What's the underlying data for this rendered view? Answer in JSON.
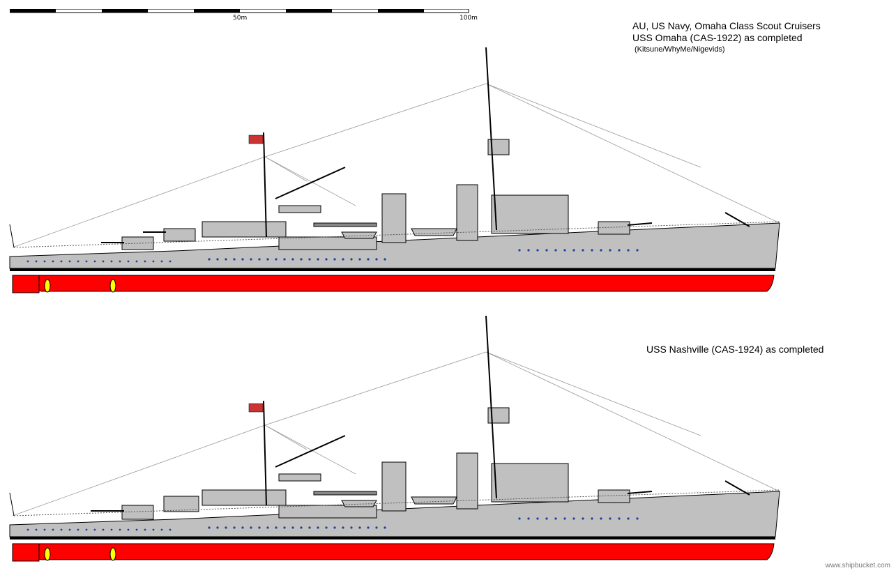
{
  "scale": {
    "label_mid": "50m",
    "label_end": "100m"
  },
  "header": {
    "line1": "AU, US Navy, Omaha Class Scout Cruisers",
    "line2": "USS Omaha (CAS-1922) as completed",
    "credit": "(Kitsune/WhyMe/Nigevids)"
  },
  "ships": [
    {
      "name": "USS Omaha (CAS-1922) as completed",
      "variant": "omaha"
    },
    {
      "name": "USS Nashville (CAS-1924) as completed",
      "variant": "nashville"
    }
  ],
  "second_title": "USS Nashville (CAS-1924) as completed",
  "watermark": "www.shipbucket.com",
  "colors": {
    "hull": "#c0c0c0",
    "waterline_red": "#ff0000",
    "boot": "#000000",
    "propeller": "#ffff00",
    "porthole": "#1a3fa0"
  }
}
